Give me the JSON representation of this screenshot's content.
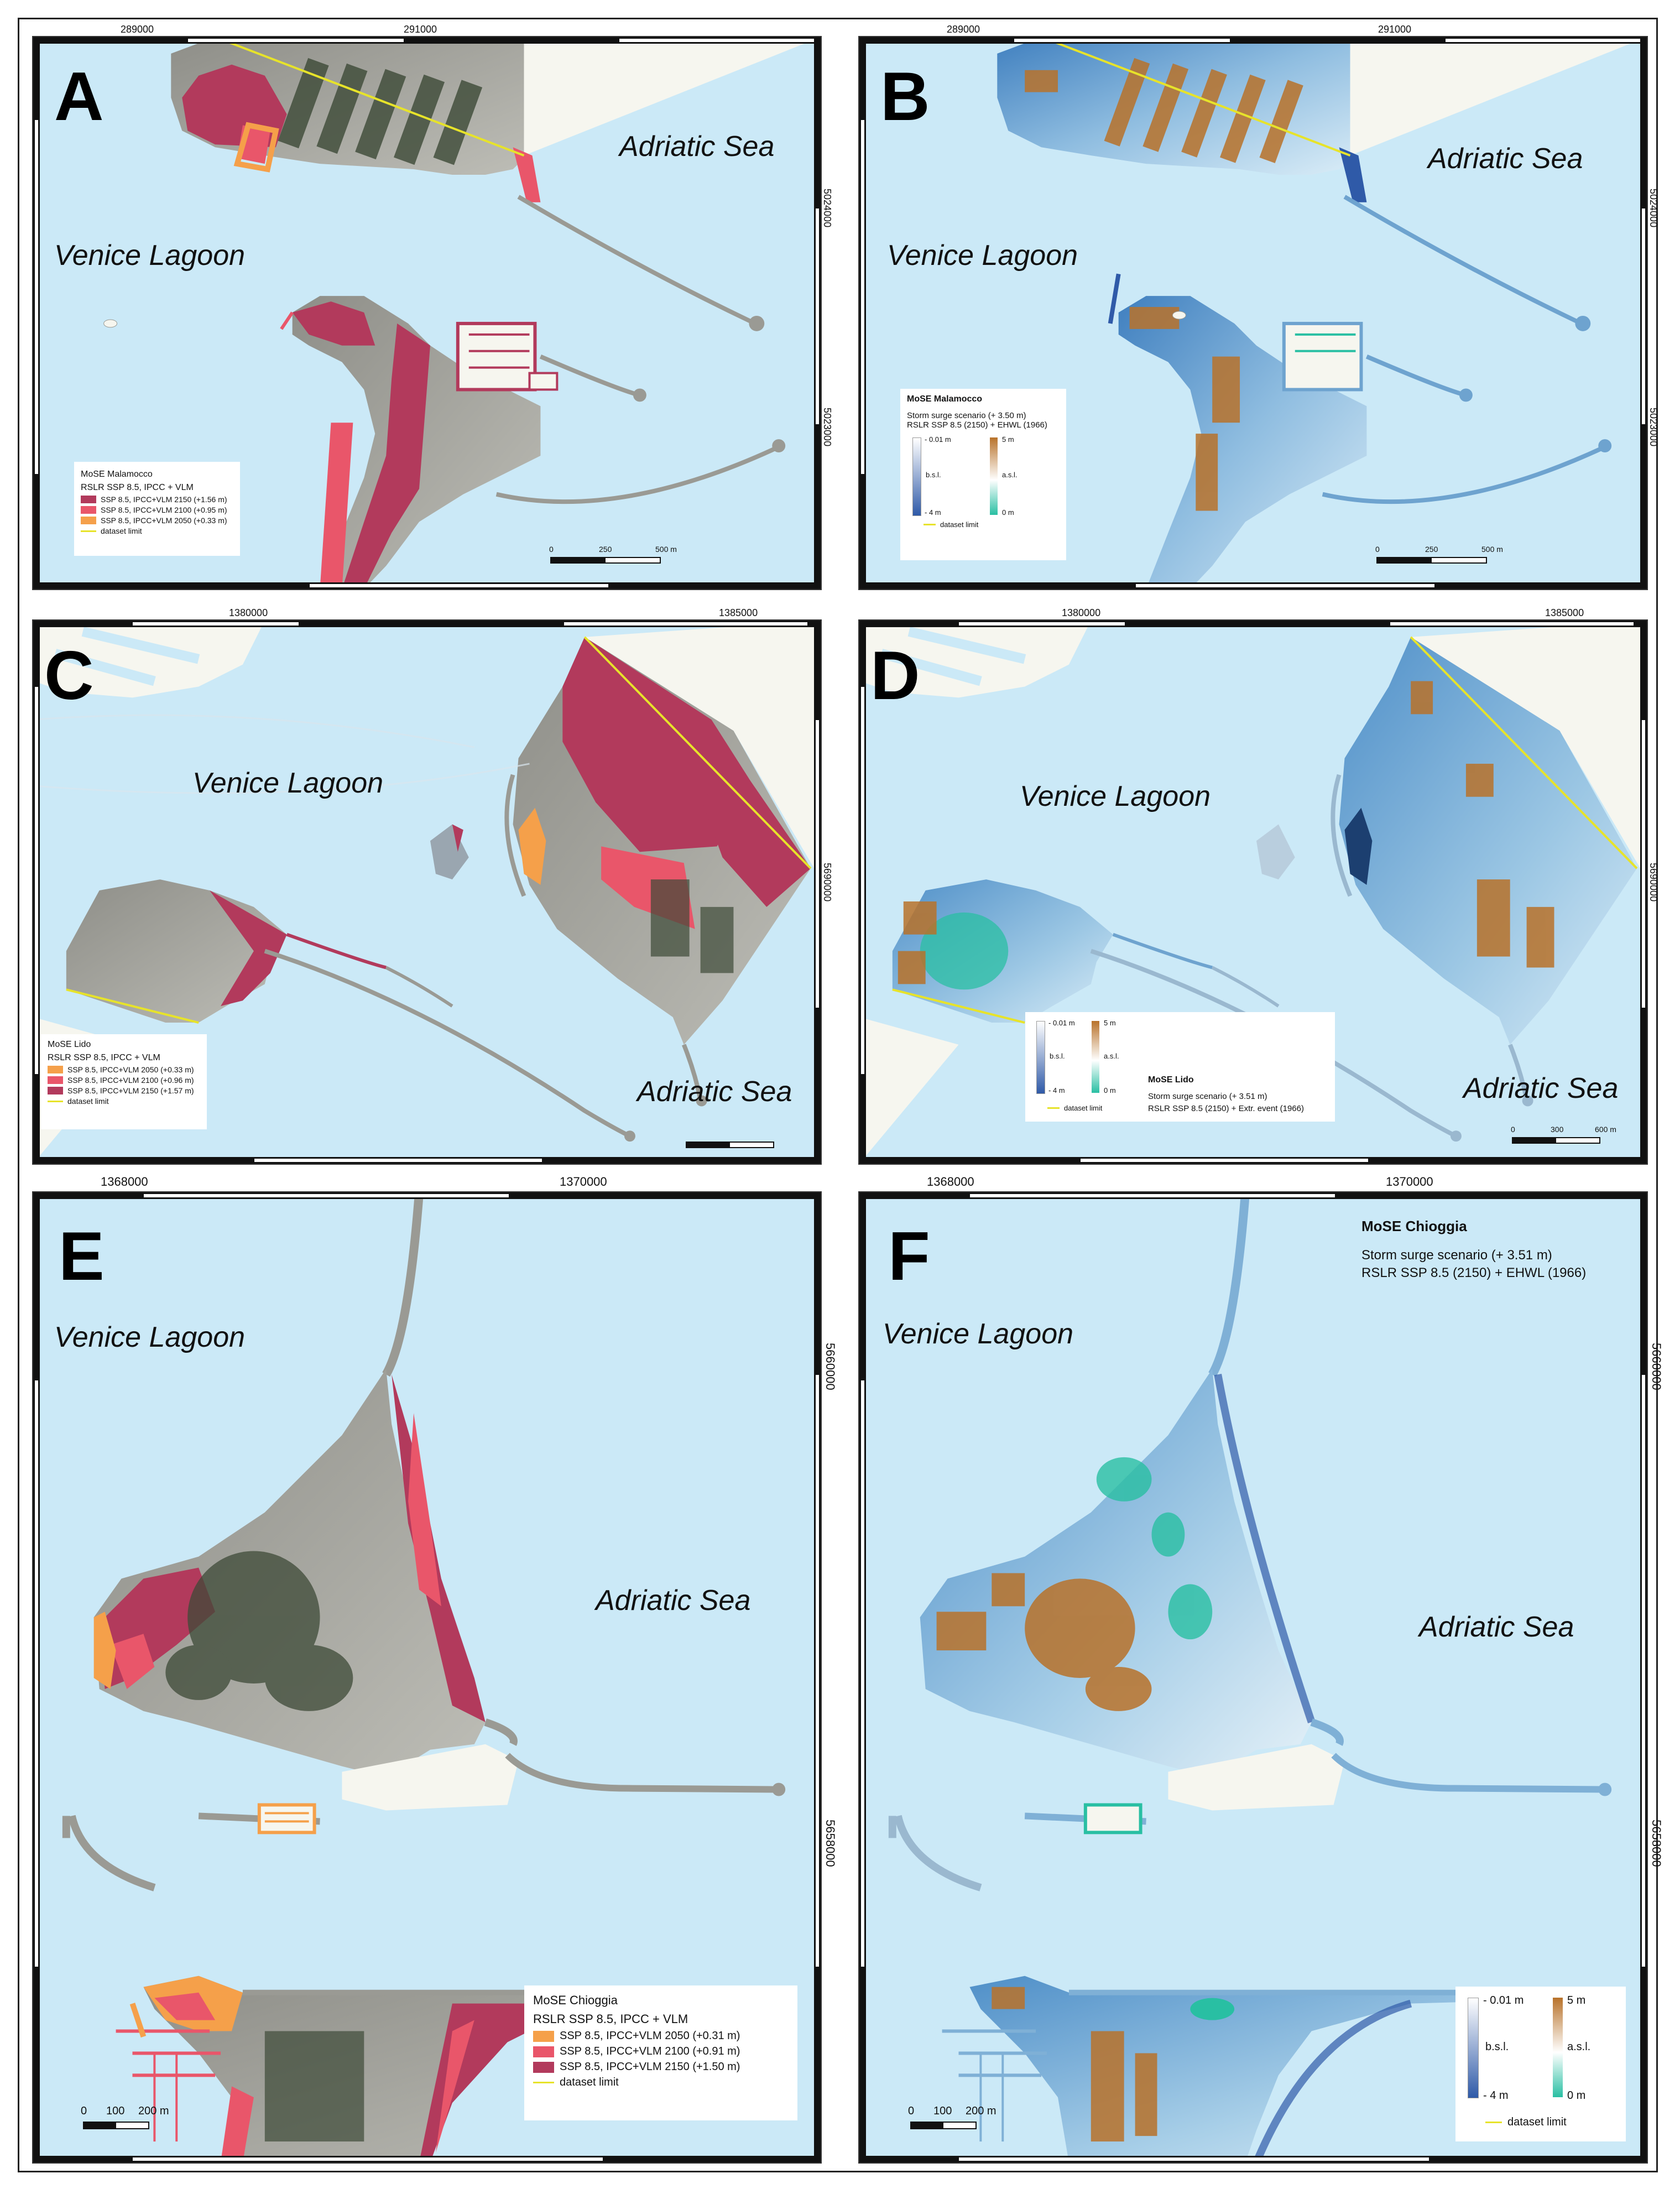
{
  "colors": {
    "water": "#cbe9f7",
    "land_background": "#f6f6ef",
    "hillshade_gray": "#a7a7a2",
    "vegetation_dark": "#3d4a37",
    "ssp_2050": "#f5a04a",
    "ssp_2100": "#e9566a",
    "ssp_2150": "#b23a5c",
    "dataset_limit": "#e7e32a",
    "bsl_light": "#ffffff",
    "bsl_dark": "#2f5aa8",
    "asl_high": "#b8722a",
    "asl_low": "#29bfa3"
  },
  "panels": {
    "A": {
      "letter": "A",
      "coords_top": [
        "289000",
        "291000"
      ],
      "coords_right": [
        "5024000",
        "5023000"
      ],
      "labels": {
        "sea": "Adriatic Sea",
        "lagoon": "Venice Lagoon"
      },
      "legend": {
        "title": "MoSE Malamocco",
        "subtitle": "RSLR SSP 8.5, IPCC + VLM",
        "items": [
          {
            "label": "SSP 8.5, IPCC+VLM 2150 (+1.56 m)",
            "color": "#b23a5c"
          },
          {
            "label": "SSP 8.5, IPCC+VLM 2100 (+0.95 m)",
            "color": "#e9566a"
          },
          {
            "label": "SSP 8.5, IPCC+VLM 2050 (+0.33 m)",
            "color": "#f5a04a"
          }
        ],
        "limit_label": "dataset limit"
      },
      "scale": {
        "ticks": [
          "0",
          "250",
          "500 m"
        ]
      }
    },
    "B": {
      "letter": "B",
      "coords_top": [
        "289000",
        "291000"
      ],
      "coords_right": [
        "5024000",
        "5023000"
      ],
      "labels": {
        "sea": "Adriatic Sea",
        "lagoon": "Venice Lagoon"
      },
      "legend": {
        "title": "MoSE Malamocco",
        "line1": "Storm surge scenario (+ 3.50 m)",
        "line2": "RSLR SSP 8.5 (2150) + EHWL (1966)",
        "bsl_top": "- 0.01 m",
        "bsl_label": "b.s.l.",
        "bsl_bottom": "- 4 m",
        "asl_top": "5 m",
        "asl_label": "a.s.l.",
        "asl_bottom": "0 m",
        "limit_label": "dataset limit"
      },
      "scale": {
        "ticks": [
          "0",
          "250",
          "500 m"
        ]
      }
    },
    "C": {
      "letter": "C",
      "coords_top": [
        "1380000",
        "1385000"
      ],
      "coords_right": [
        "5690000"
      ],
      "labels": {
        "sea": "Adriatic Sea",
        "lagoon": "Venice Lagoon"
      },
      "legend": {
        "title": "MoSE Lido",
        "subtitle": "RSLR SSP 8.5, IPCC + VLM",
        "items": [
          {
            "label": "SSP 8.5, IPCC+VLM 2050 (+0.33 m)",
            "color": "#f5a04a"
          },
          {
            "label": "SSP 8.5, IPCC+VLM 2100 (+0.96 m)",
            "color": "#e9566a"
          },
          {
            "label": "SSP 8.5, IPCC+VLM 2150 (+1.57 m)",
            "color": "#b23a5c"
          }
        ],
        "limit_label": "dataset limit"
      }
    },
    "D": {
      "letter": "D",
      "coords_top": [
        "1380000",
        "1385000"
      ],
      "coords_right": [
        "5690000"
      ],
      "labels": {
        "sea": "Adriatic Sea",
        "lagoon": "Venice Lagoon"
      },
      "legend": {
        "title": "MoSE Lido",
        "line1": "Storm surge scenario (+ 3.51 m)",
        "line2": "RSLR SSP 8.5 (2150) + Extr. event (1966)",
        "bsl_top": "- 0.01 m",
        "bsl_label": "b.s.l.",
        "bsl_bottom": "- 4 m",
        "asl_top": "5 m",
        "asl_label": "a.s.l.",
        "asl_bottom": "0 m",
        "limit_label": "dataset limit"
      },
      "scale": {
        "ticks": [
          "0",
          "300",
          "600 m"
        ]
      }
    },
    "E": {
      "letter": "E",
      "coords_top": [
        "1368000",
        "1370000"
      ],
      "coords_right": [
        "5660000",
        "5658000"
      ],
      "labels": {
        "sea": "Adriatic Sea",
        "lagoon": "Venice Lagoon"
      },
      "legend": {
        "title": "MoSE Chioggia",
        "subtitle": "RSLR SSP 8.5, IPCC + VLM",
        "items": [
          {
            "label": "SSP 8.5, IPCC+VLM 2050 (+0.31 m)",
            "color": "#f5a04a"
          },
          {
            "label": "SSP 8.5, IPCC+VLM 2100 (+0.91 m)",
            "color": "#e9566a"
          },
          {
            "label": "SSP 8.5, IPCC+VLM 2150 (+1.50 m)",
            "color": "#b23a5c"
          }
        ],
        "limit_label": "dataset limit"
      },
      "scale": {
        "ticks": [
          "0",
          "100",
          "200 m"
        ]
      }
    },
    "F": {
      "letter": "F",
      "coords_top": [
        "1368000",
        "1370000"
      ],
      "coords_right": [
        "5660000",
        "5658000"
      ],
      "labels": {
        "sea": "Adriatic Sea",
        "lagoon": "Venice Lagoon"
      },
      "header": {
        "title": "MoSE Chioggia",
        "line1": "Storm surge scenario (+ 3.51 m)",
        "line2": "RSLR SSP 8.5 (2150) + EHWL (1966)"
      },
      "legend": {
        "bsl_top": "- 0.01 m",
        "bsl_label": "b.s.l.",
        "bsl_bottom": "- 4 m",
        "asl_top": "5 m",
        "asl_label": "a.s.l.",
        "asl_bottom": "0 m",
        "limit_label": "dataset limit"
      },
      "scale": {
        "ticks": [
          "0",
          "100",
          "200 m"
        ]
      }
    }
  }
}
